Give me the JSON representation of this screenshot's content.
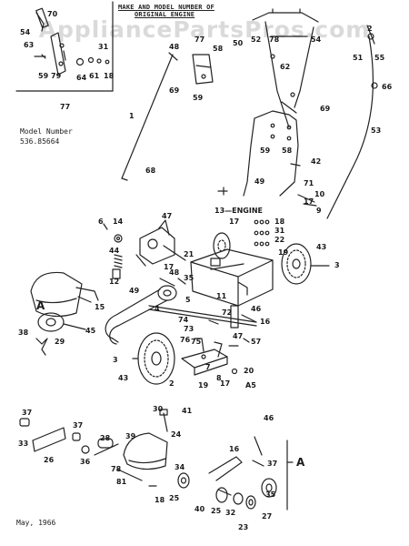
{
  "header": {
    "line1": "MAKE AND MODEL NUMBER OF",
    "line2": "ORIGINAL ENGINE"
  },
  "watermark": "AppliancePartsPros.com",
  "model": {
    "label": "Model Number",
    "value": "536.85664"
  },
  "engine_label": "13—ENGINE",
  "date": "May, 1966",
  "section_marks": [
    "A",
    "A",
    "A5"
  ],
  "part_labels": [
    "70",
    "54",
    "63",
    "31",
    "59",
    "79",
    "64",
    "61",
    "18",
    "77",
    "1",
    "68",
    "48",
    "77",
    "58",
    "69",
    "59",
    "50",
    "52",
    "78",
    "54",
    "2",
    "51",
    "55",
    "62",
    "66",
    "69",
    "53",
    "42",
    "59",
    "58",
    "49",
    "71",
    "10",
    "17",
    "9",
    "14",
    "6",
    "47",
    "21",
    "17",
    "18",
    "31",
    "22",
    "43",
    "3",
    "19",
    "44",
    "12",
    "17",
    "48",
    "35",
    "49",
    "5",
    "11",
    "46",
    "15",
    "38",
    "29",
    "45",
    "4",
    "72",
    "16",
    "74",
    "73",
    "76",
    "75",
    "47",
    "57",
    "3",
    "43",
    "2",
    "7",
    "20",
    "8",
    "19",
    "17",
    "41",
    "30",
    "24",
    "37",
    "33",
    "26",
    "37",
    "36",
    "28",
    "39",
    "34",
    "78",
    "81",
    "18",
    "25",
    "46",
    "16",
    "37",
    "40",
    "25",
    "32",
    "23",
    "35",
    "27"
  ]
}
